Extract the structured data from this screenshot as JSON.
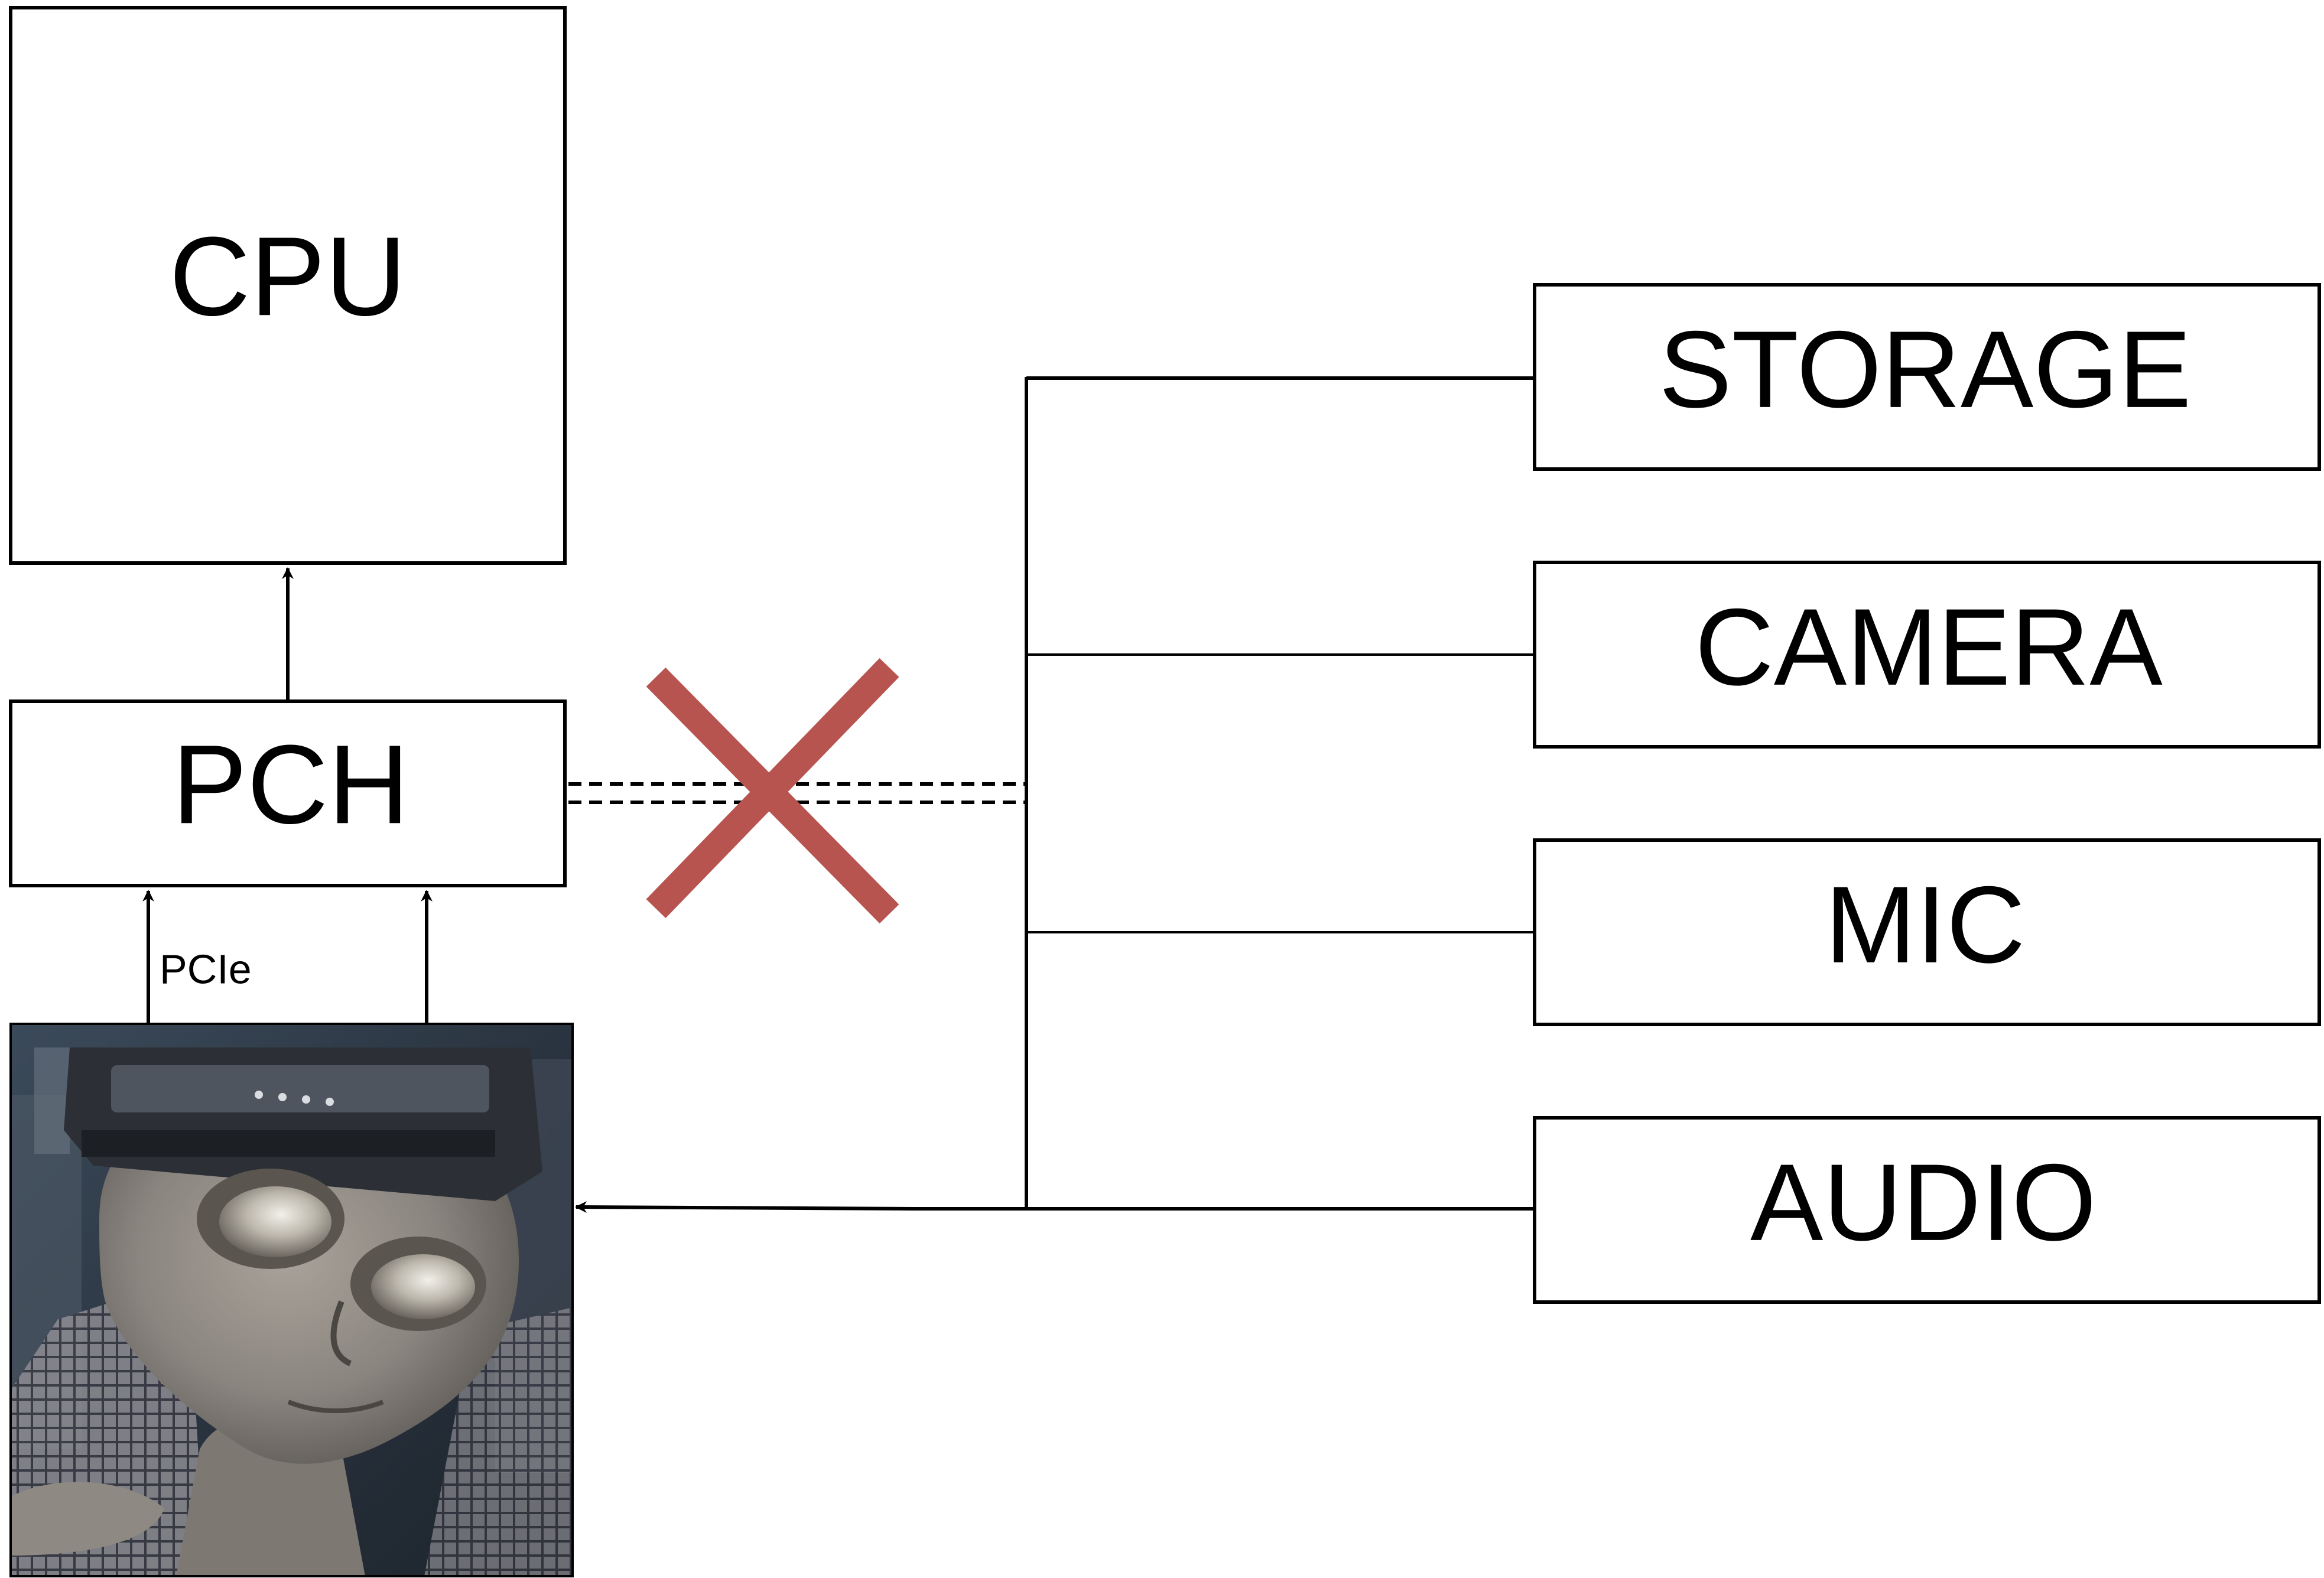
{
  "boxes": {
    "cpu": "CPU",
    "pch": "PCH",
    "storage": "STORAGE",
    "camera": "CAMERA",
    "mic": "MIC",
    "audio": "AUDIO"
  },
  "link_label": "PCIe",
  "colors": {
    "stroke": "#000000",
    "cross": "#b85450",
    "background": "#ffffff"
  },
  "image": {
    "subject": "grey alien head wearing a metal headband device"
  }
}
